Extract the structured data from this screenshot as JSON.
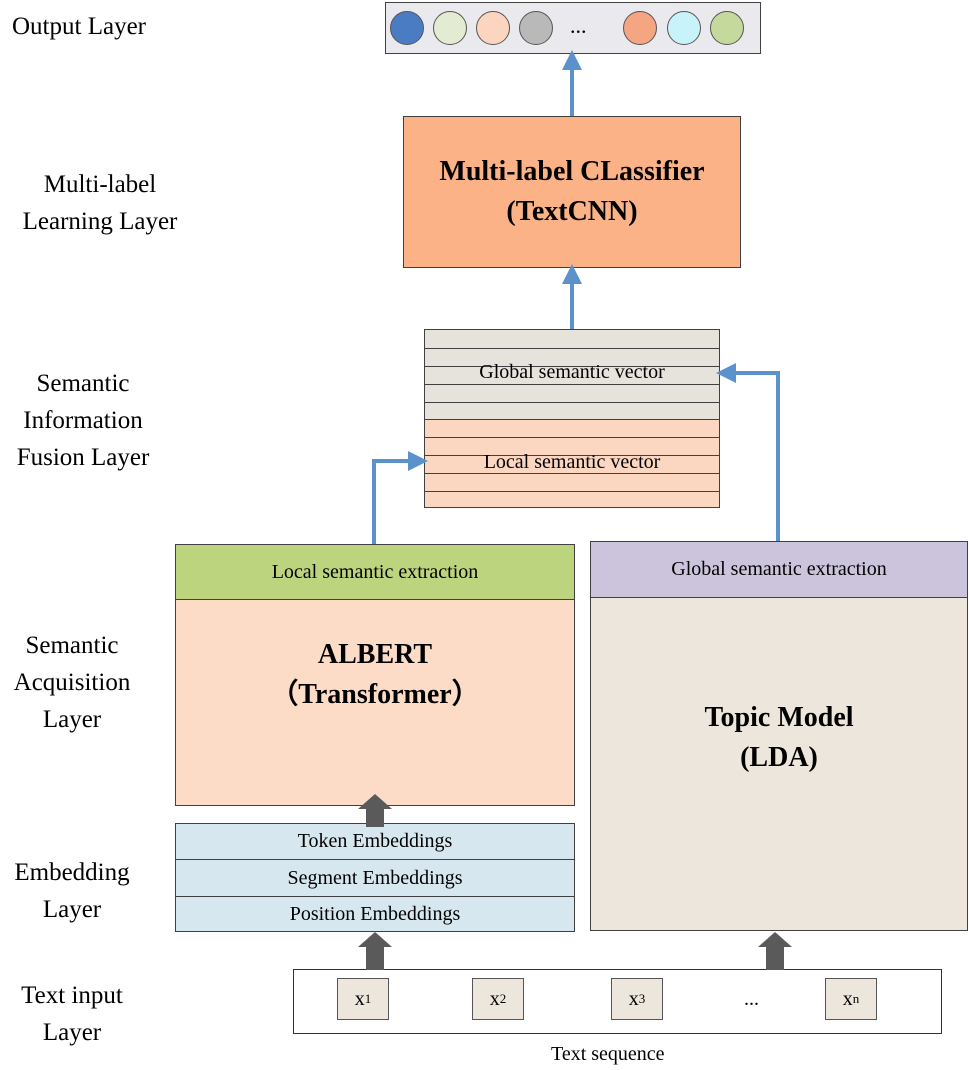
{
  "layers": {
    "output": [
      "Output Layer"
    ],
    "multilabel": [
      "Multi-label",
      "Learning Layer"
    ],
    "fusion": [
      "Semantic",
      "Information",
      "Fusion Layer"
    ],
    "acquisition": [
      "Semantic",
      "Acquisition",
      "Layer"
    ],
    "embedding": [
      "Embedding",
      "Layer"
    ],
    "text_input": [
      "Text input",
      "Layer"
    ]
  },
  "output": {
    "ellipsis": "...",
    "circle_colors": [
      "#4a7cc4",
      "#e3ecd2",
      "#fbd5c0",
      "#b9b9b9",
      "#f5a582",
      "#c8f3fb",
      "#c6d99c"
    ]
  },
  "classifier": {
    "line1": "Multi-label CLassifier",
    "line2": "(TextCNN)"
  },
  "fusion": {
    "global_label": "Global semantic vector",
    "local_label": "Local semantic vector"
  },
  "albert": {
    "header": "Local semantic extraction",
    "line1": "ALBERT",
    "line2": "（Transformer）"
  },
  "topic": {
    "header": "Global semantic extraction",
    "line1": "Topic Model",
    "line2": "(LDA)"
  },
  "embeddings": {
    "token": "Token Embeddings",
    "segment": "Segment Embeddings",
    "position": "Position Embeddings"
  },
  "text_input": {
    "tokens": [
      {
        "base": "x",
        "sub": "1"
      },
      {
        "base": "x",
        "sub": "2"
      },
      {
        "base": "x",
        "sub": "3"
      },
      {
        "base": "x",
        "sub": "n"
      }
    ],
    "ellipsis": "...",
    "caption": "Text sequence"
  },
  "colors": {
    "classifier": "#fbb287",
    "albert_body": "#fddcc7",
    "albert_header": "#bdd47e",
    "topic_body": "#ede6dc",
    "topic_header": "#ccc4dc",
    "embedding": "#d7e7ef",
    "fusion_global": "#e6e2dc",
    "fusion_local": "#fbd6c1",
    "arrow_blue": "#5b92cc",
    "arrow_gray": "#5a5a5a"
  }
}
